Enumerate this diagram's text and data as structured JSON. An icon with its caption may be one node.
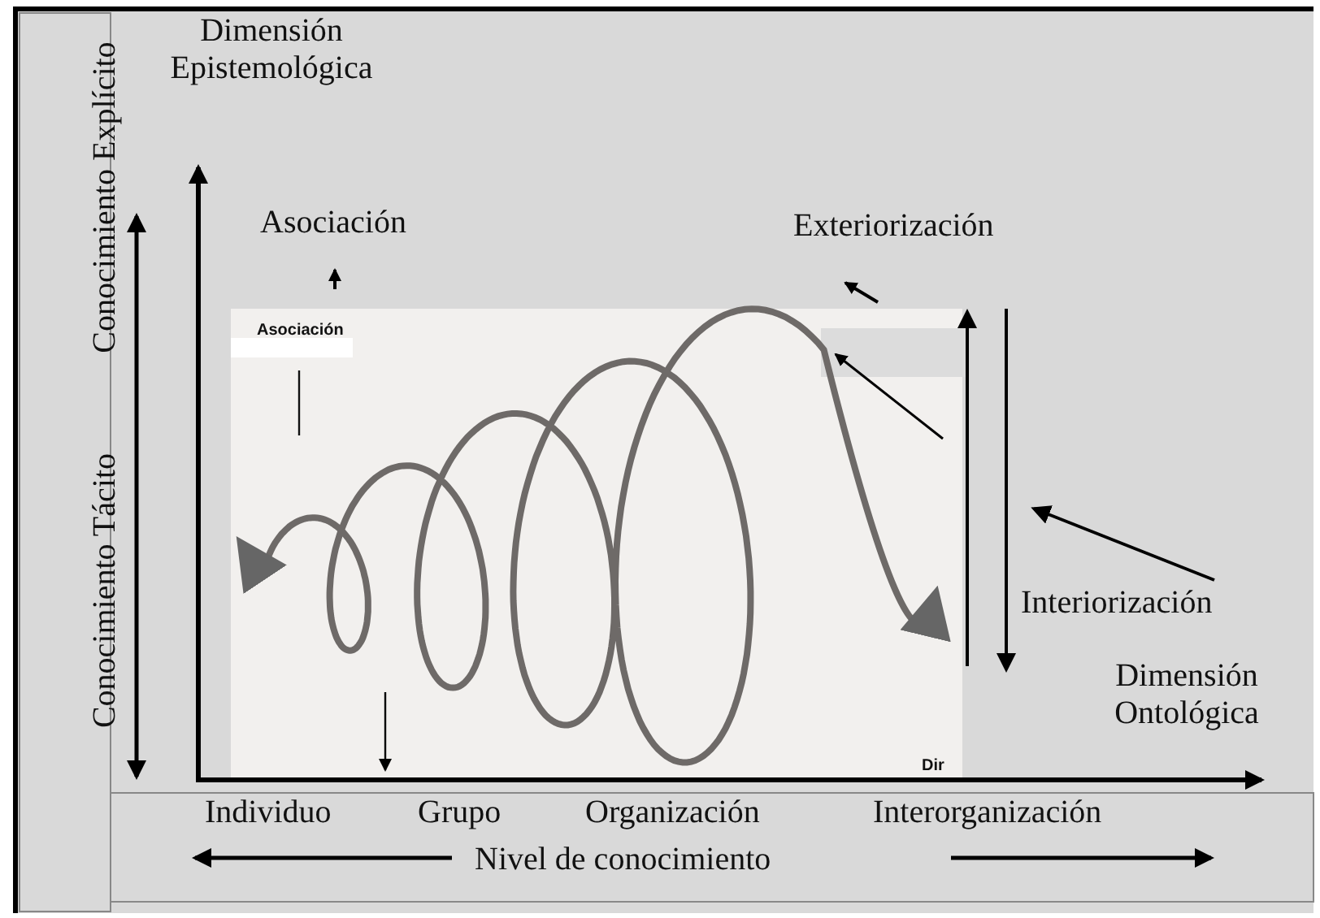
{
  "diagram": {
    "labels": [
      "Dimensión Epistemológica",
      "Conocimiento Explícito",
      "Asociación",
      "Exteriorización",
      "Asociación",
      "Conocimiento Tácito",
      "Interiorización",
      "Dimensión Ontológica",
      "Dir",
      "Individuo",
      "Grupo",
      "Organización",
      "Interorganización",
      "Nivel de conocimiento"
    ]
  }
}
